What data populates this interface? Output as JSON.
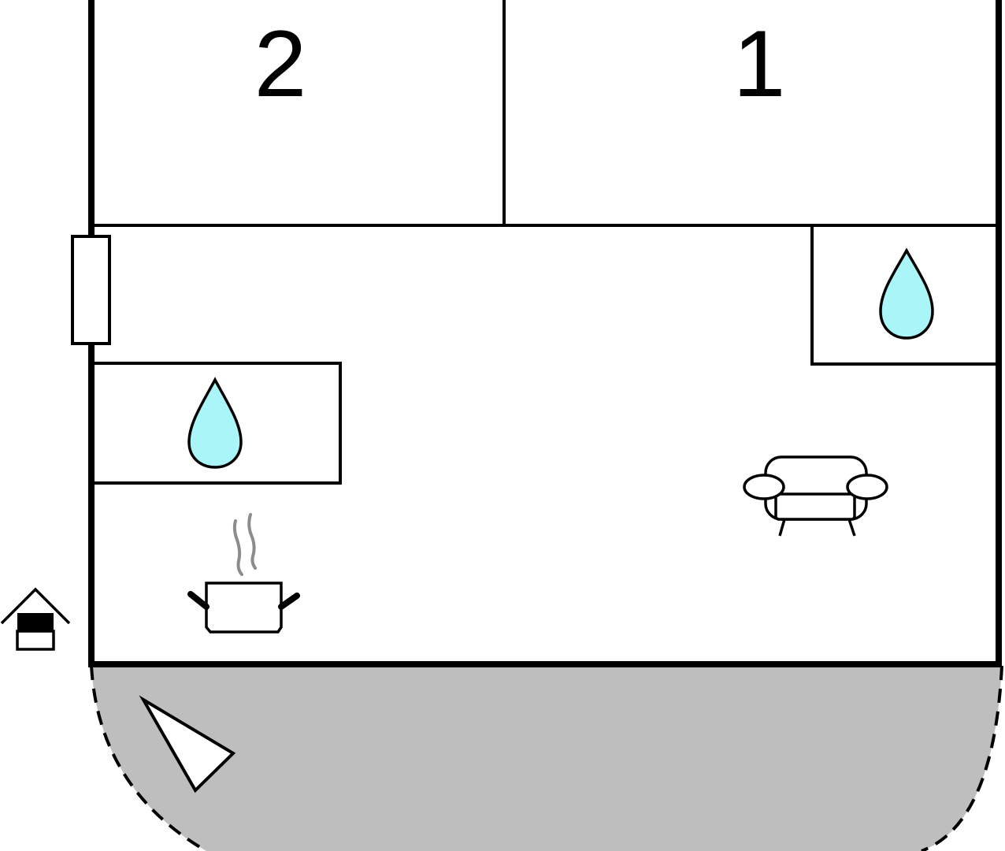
{
  "plan": {
    "rooms": [
      {
        "id": "bedroom-2",
        "label": "2"
      },
      {
        "id": "bedroom-1",
        "label": "1"
      }
    ],
    "icons": {
      "bathrooms": [
        "water-drop-icon",
        "water-drop-icon"
      ],
      "kitchen": "cooking-pot-icon",
      "living": "sofa-icon",
      "entrance": "house-entrance-icon",
      "terrace": "terrace-triangle-icon"
    },
    "colors": {
      "wall": "#000000",
      "water": "#aaf5f8",
      "steam": "#8c8c8c",
      "terrace": "#bebebe",
      "floor": "#ffffff"
    }
  }
}
